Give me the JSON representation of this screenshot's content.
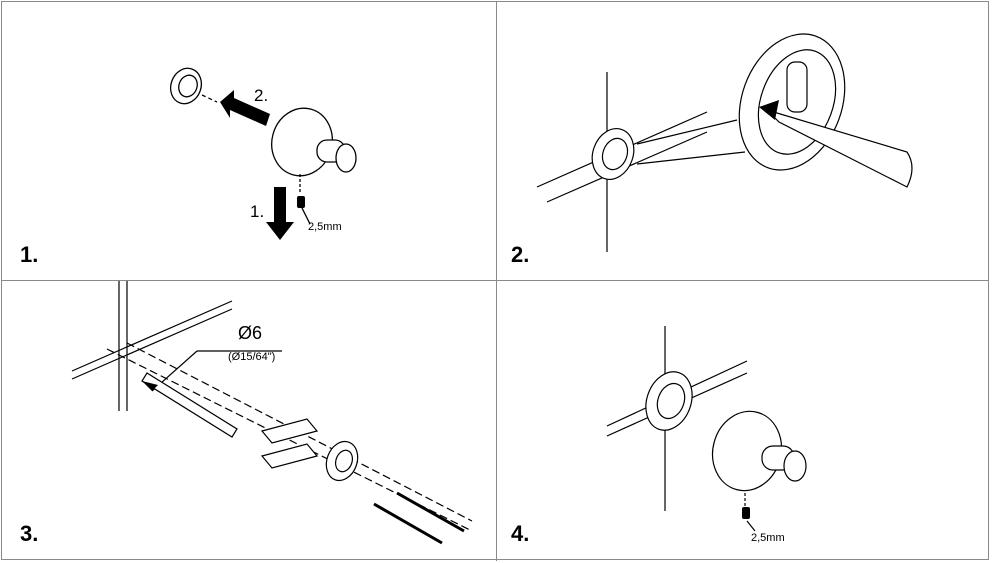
{
  "steps": [
    {
      "number": "1.",
      "labels": {
        "arrow_1": "1.",
        "arrow_2": "2.",
        "hex_key": "2,5mm"
      }
    },
    {
      "number": "2."
    },
    {
      "number": "3.",
      "labels": {
        "drill": "Ø6",
        "drill_imperial": "(Ø15/64\")"
      }
    },
    {
      "number": "4.",
      "labels": {
        "hex_key": "2,5mm"
      }
    }
  ]
}
